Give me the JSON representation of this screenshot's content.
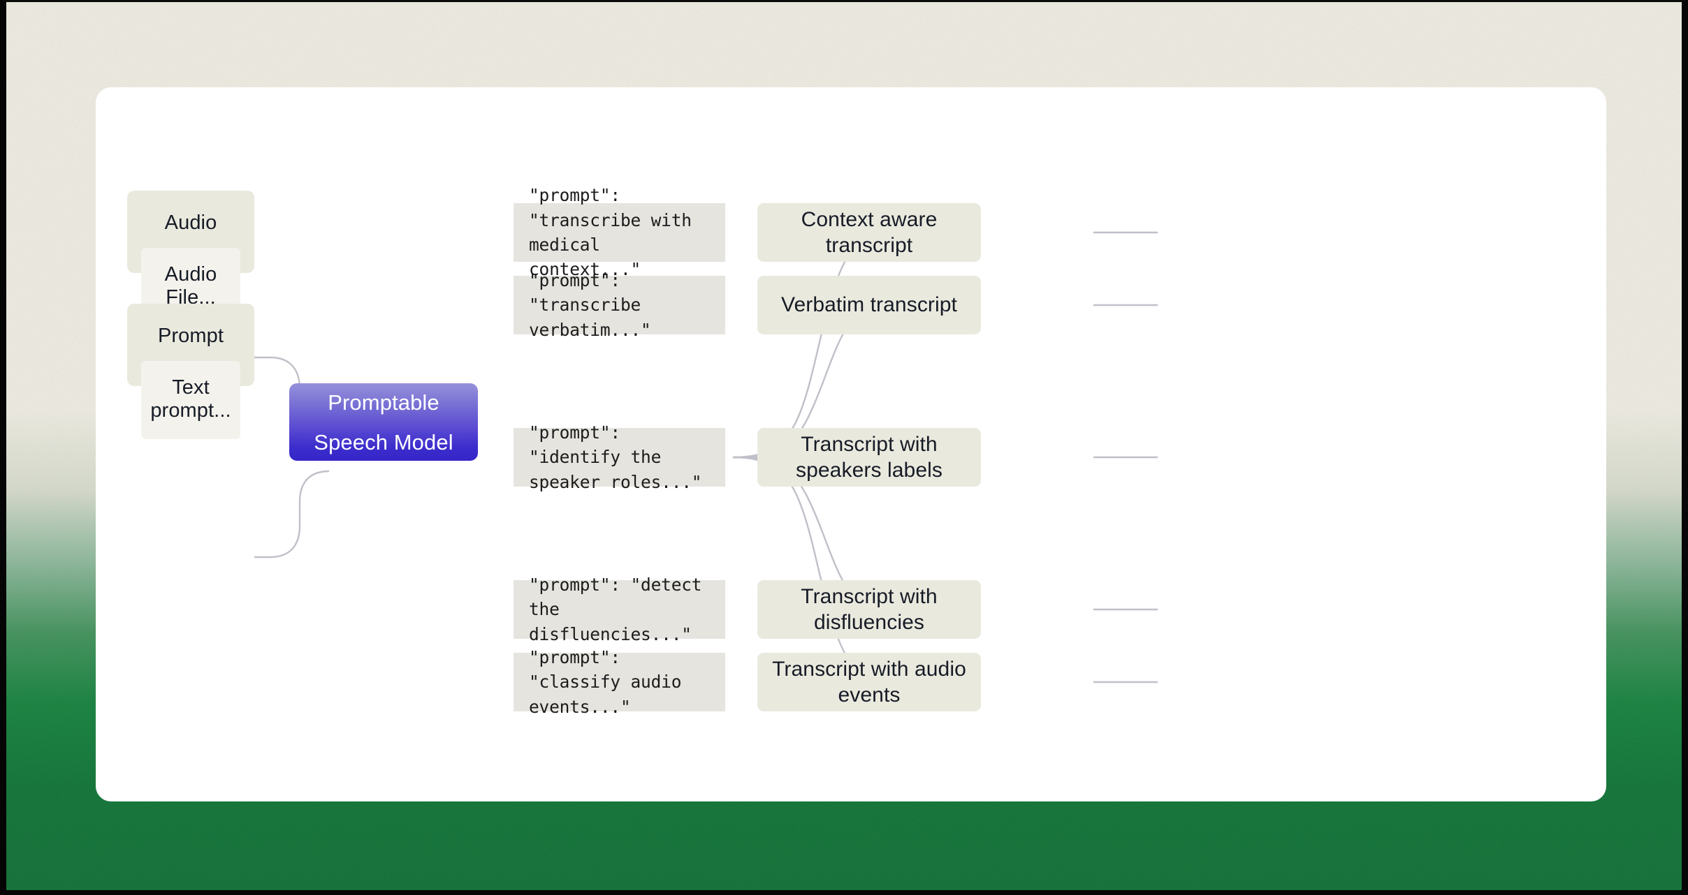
{
  "canvas": {
    "background_outer_top": "#f1efe4",
    "background_outer_bottom": "#0a7232",
    "card_background": "#ffffff",
    "connector_color": "#c0c0c9"
  },
  "inputs": [
    {
      "title": "Audio",
      "chip": "Audio File...",
      "box_color": "#eae9de",
      "chip_color": "#f4f2ec"
    },
    {
      "title": "Prompt",
      "chip": "Text prompt...",
      "box_color": "#eae9de",
      "chip_color": "#f4f2ec"
    }
  ],
  "model": {
    "line1": "Promptable",
    "line2": "Speech Model",
    "gradient_top": "#9691db",
    "gradient_bottom": "#3526c8",
    "text_color": "#ffffff"
  },
  "branches": [
    {
      "prompt": "\"prompt\": \"transcribe with\nmedical context...\"",
      "output": "Context aware transcript"
    },
    {
      "prompt": "\"prompt\": \"transcribe\nverbatim...\"",
      "output": "Verbatim transcript"
    },
    {
      "prompt": "\"prompt\": \"identify the\nspeaker roles...\"",
      "output": "Transcript with speakers labels"
    },
    {
      "prompt": "\"prompt\": \"detect the\ndisfluencies...\"",
      "output": "Transcript with disfluencies"
    },
    {
      "prompt": "\"prompt\": \"classify audio\nevents...\"",
      "output": "Transcript with audio events"
    }
  ]
}
